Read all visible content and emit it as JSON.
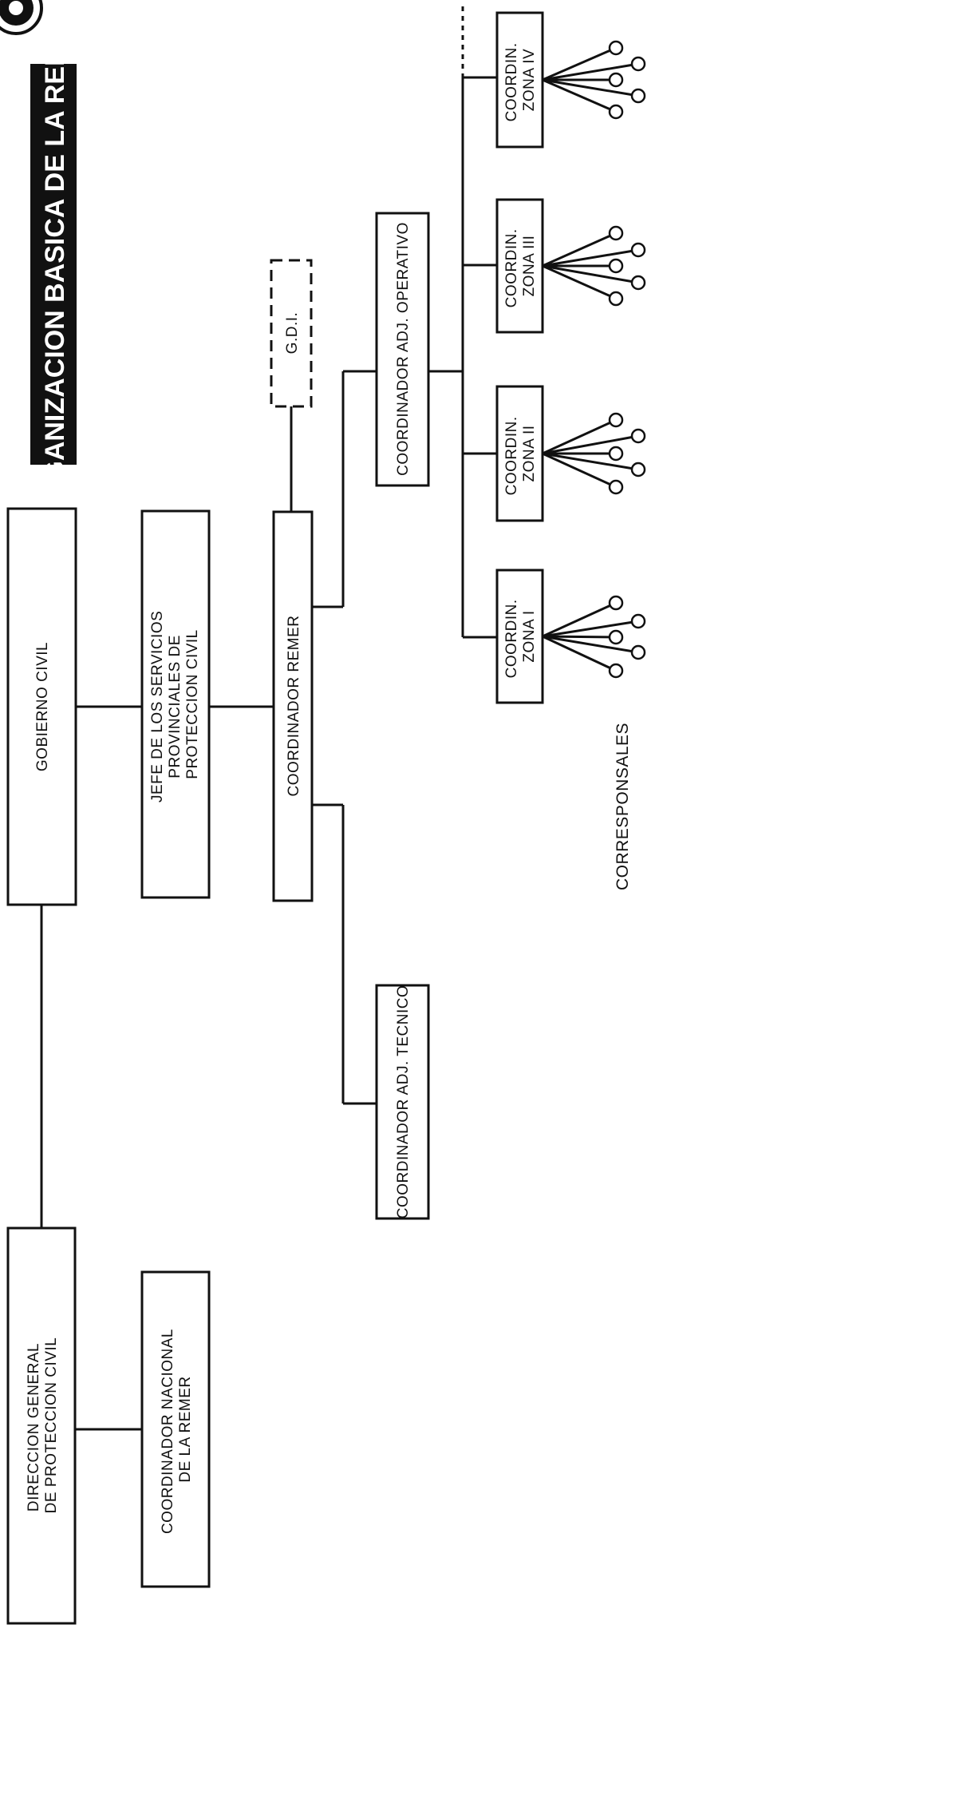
{
  "title": "ORGANIZACION BASICA DE LA REMER",
  "nodes": {
    "gobierno_civil": [
      "GOBIERNO CIVIL"
    ],
    "jefe_servicios": [
      "JEFE DE LOS SERVICIOS",
      "PROVINCIALES DE",
      "PROTECCION CIVIL"
    ],
    "coordinador_remer": [
      "COORDINADOR REMER"
    ],
    "gdi": [
      "G.D.I."
    ],
    "coord_adj_operativo": [
      "COORDINADOR ADJ. OPERATIVO"
    ],
    "coord_adj_tecnico": [
      "COORDINADOR ADJ. TECNICO"
    ],
    "direccion_general": [
      "DIRECCION GENERAL",
      "DE PROTECCION CIVIL"
    ],
    "coord_nacional": [
      "COORDINADOR NACIONAL",
      "DE LA REMER"
    ],
    "zona1": [
      "COORDIN.",
      "ZONA I"
    ],
    "zona2": [
      "COORDIN.",
      "ZONA II"
    ],
    "zona3": [
      "COORDIN.",
      "ZONA III"
    ],
    "zona4": [
      "COORDIN.",
      "ZONA IV"
    ]
  },
  "corresponsales": "CORRESPONSALES"
}
